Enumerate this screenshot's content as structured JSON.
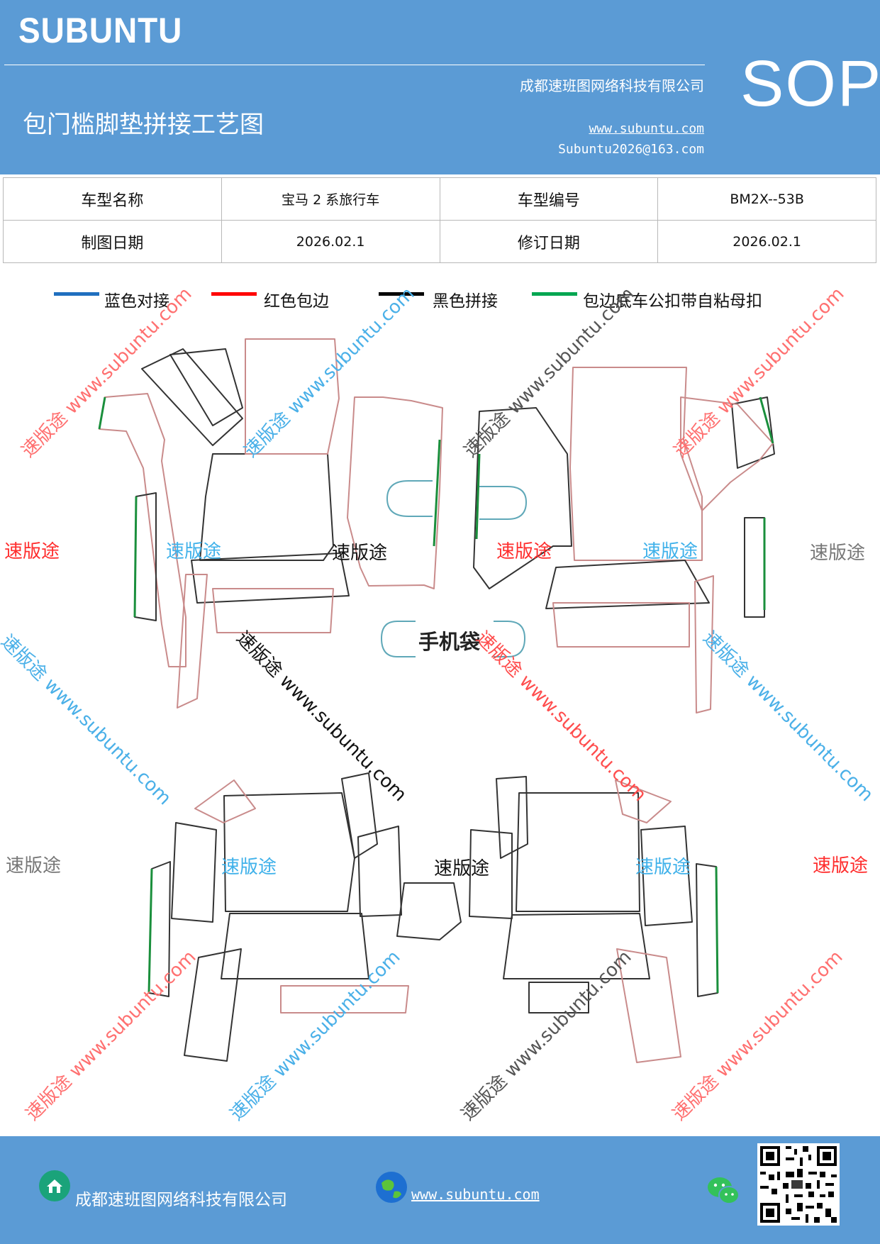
{
  "header": {
    "brand": "SUBUNTU",
    "title": "包门槛脚垫拼接工艺图",
    "company": "成都速班图网络科技有限公司",
    "website": "www.subuntu.com",
    "email": "Subuntu2026@163.com",
    "badge": "SOP"
  },
  "info_table": {
    "model_name_label": "车型名称",
    "model_name_value": "宝马 2 系旅行车",
    "model_code_label": "车型编号",
    "model_code_value": "BM2X--53B",
    "draw_date_label": "制图日期",
    "draw_date_value": "2026.02.1",
    "revise_date_label": "修订日期",
    "revise_date_value": "2026.02.1"
  },
  "legend": [
    {
      "label": "蓝色对接",
      "color": "#1f6fbf"
    },
    {
      "label": "红色包边",
      "color": "#ff0000"
    },
    {
      "label": "黑色拼接",
      "color": "#000000"
    },
    {
      "label": "包边底车公扣带自粘母扣",
      "color": "#00a651"
    }
  ],
  "diagram": {
    "phone_bag_label": "手机袋",
    "watermark_brand": "速版途",
    "watermark_diag": "速版途 www.subuntu.com"
  },
  "footer": {
    "company": "成都速班图网络科技有限公司",
    "website": "www.subuntu.com"
  }
}
